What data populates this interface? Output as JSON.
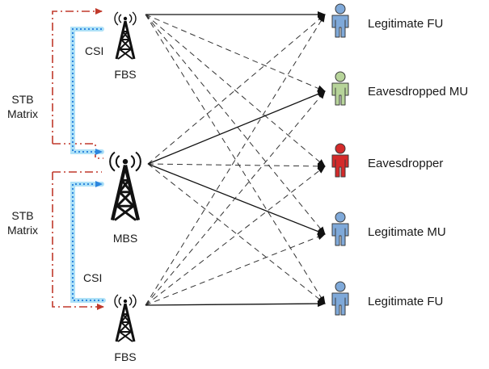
{
  "colors": {
    "background": "#ffffff",
    "solid_link": "#111111",
    "dashed_link": "#333333",
    "stb_dashdot": "#c0392b",
    "csi_dotted": "#2e86de",
    "csi_glow": "#aee1f7",
    "legit_user": "#7fa9d9",
    "eavesdropped_mu": "#b7d49a",
    "eavesdropper": "#d42a2a"
  },
  "base_stations": [
    {
      "id": "fbs_top",
      "label": "FBS",
      "icon": "tower-icon"
    },
    {
      "id": "mbs",
      "label": "MBS",
      "icon": "tower-icon"
    },
    {
      "id": "fbs_bottom",
      "label": "FBS",
      "icon": "tower-icon"
    }
  ],
  "users": [
    {
      "id": "fu_top",
      "label": "Legitimate FU",
      "icon": "person-icon",
      "color": "#7fa9d9"
    },
    {
      "id": "emu",
      "label": "Eavesdropped MU",
      "icon": "person-icon",
      "color": "#b7d49a"
    },
    {
      "id": "eve",
      "label": "Eavesdropper",
      "icon": "person-icon",
      "color": "#d42a2a"
    },
    {
      "id": "mu",
      "label": "Legitimate MU",
      "icon": "person-icon",
      "color": "#7fa9d9"
    },
    {
      "id": "fu_bottom",
      "label": "Legitimate FU",
      "icon": "person-icon",
      "color": "#7fa9d9"
    }
  ],
  "links": [
    {
      "from": "fbs_top",
      "to": "fu_top",
      "style": "solid"
    },
    {
      "from": "fbs_top",
      "to": "emu",
      "style": "dashed"
    },
    {
      "from": "fbs_top",
      "to": "eve",
      "style": "dashed"
    },
    {
      "from": "fbs_top",
      "to": "mu",
      "style": "dashed"
    },
    {
      "from": "fbs_top",
      "to": "fu_bottom",
      "style": "dashed"
    },
    {
      "from": "mbs",
      "to": "fu_top",
      "style": "dashed"
    },
    {
      "from": "mbs",
      "to": "emu",
      "style": "solid"
    },
    {
      "from": "mbs",
      "to": "eve",
      "style": "dashed"
    },
    {
      "from": "mbs",
      "to": "mu",
      "style": "solid"
    },
    {
      "from": "mbs",
      "to": "fu_bottom",
      "style": "dashed"
    },
    {
      "from": "fbs_bottom",
      "to": "fu_top",
      "style": "dashed"
    },
    {
      "from": "fbs_bottom",
      "to": "emu",
      "style": "dashed"
    },
    {
      "from": "fbs_bottom",
      "to": "eve",
      "style": "dashed"
    },
    {
      "from": "fbs_bottom",
      "to": "mu",
      "style": "dashed"
    },
    {
      "from": "fbs_bottom",
      "to": "fu_bottom",
      "style": "solid"
    }
  ],
  "feedback": {
    "stb_label_top": [
      "STB",
      "Matrix"
    ],
    "stb_label_bottom": [
      "STB",
      "Matrix"
    ],
    "csi_label_top": "CSI",
    "csi_label_bottom": "CSI"
  }
}
